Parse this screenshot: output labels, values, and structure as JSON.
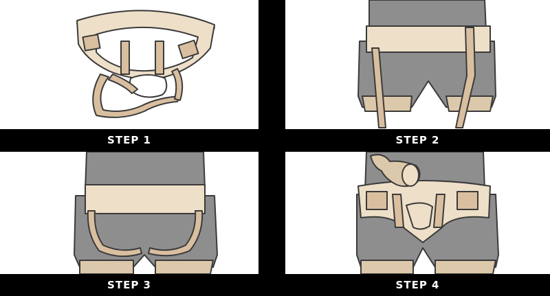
{
  "steps": [
    {
      "label": "STEP 1"
    },
    {
      "label": "STEP 2"
    },
    {
      "label": "STEP 3"
    },
    {
      "label": "STEP 4"
    }
  ],
  "colors": {
    "belt": "#eedfc8",
    "strap": "#d9bfa0",
    "body": "#8e8e8e",
    "skin": "#dcc8aa",
    "outline": "#3a3a3a",
    "label_bg": "#000000",
    "label_text": "#ffffff"
  }
}
